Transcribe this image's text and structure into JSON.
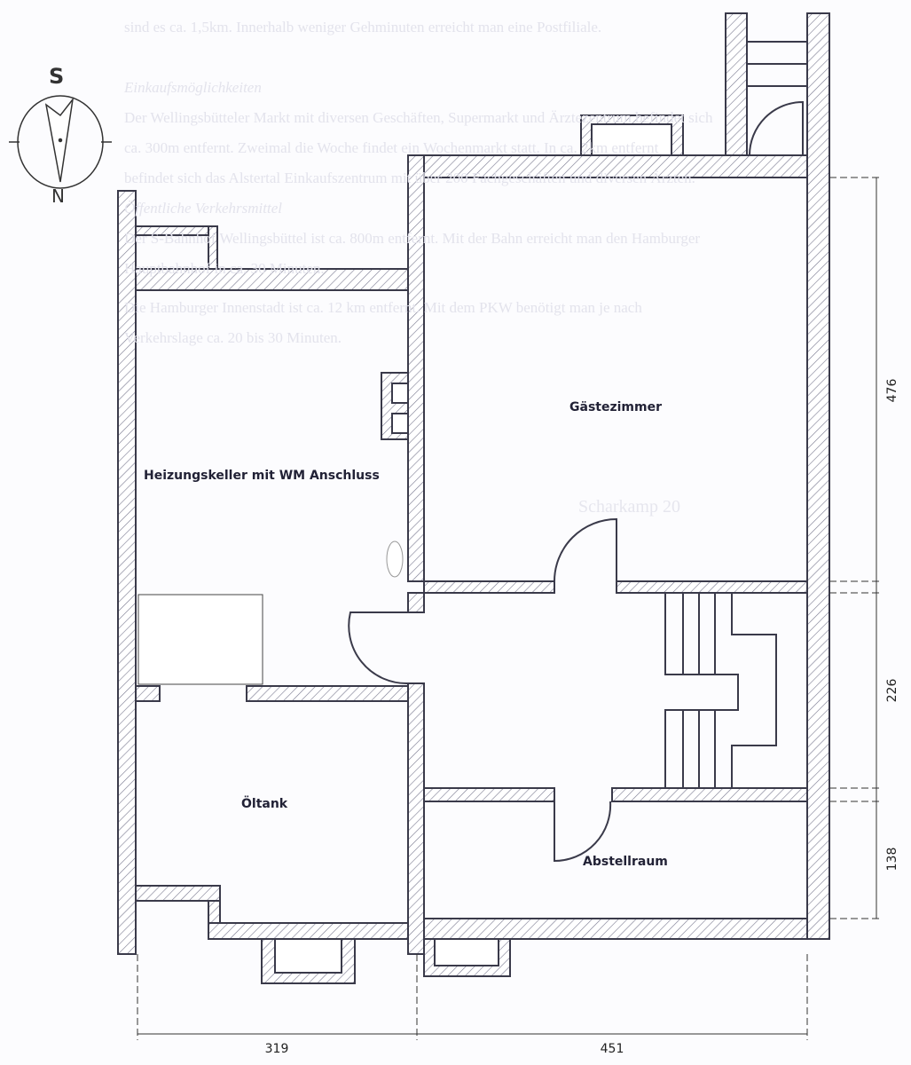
{
  "background_text": {
    "lines": [
      "sind es ca. 1,5km. Innerhalb weniger Gehminuten erreicht man eine Postfiliale.",
      "Einkaufsmöglichkeiten",
      "Der Wellingsbütteler Markt mit diversen Geschäften, Supermarkt und Ärztezentrum befindet sich",
      "ca. 300m entfernt. Zweimal die Woche findet ein Wochenmarkt statt. In ca. 2km entfernt",
      "befindet sich das Alstertal Einkaufszentrum mit über 200 Fachgeschäften und diversen Ärzten.",
      "Öffentliche Verkehrsmittel",
      "Der S-Bahnhof Wellingsbüttel ist ca. 800m entfernt. Mit der Bahn erreicht man den Hamburger",
      "Hauptbahnhof in ca. 30 Minuten.",
      "Die Hamburger Innenstadt ist ca. 12 km entfernt. Mit dem PKW benötigt man je nach",
      "Verkehrslage ca. 20 bis 30 Minuten."
    ],
    "address": "Scharkamp 20"
  },
  "compass": {
    "north": "N",
    "south": "S"
  },
  "rooms": {
    "guest_room": "Gästezimmer",
    "boiler_room": "Heizungskeller mit WM Anschluss",
    "oil_tank": "Öltank",
    "storage_room": "Abstellraum"
  },
  "dimensions": {
    "vertical": [
      "476",
      "226",
      "138"
    ],
    "horizontal": [
      "319",
      "451"
    ]
  },
  "colors": {
    "wall": "#3a3a4a",
    "hatch": "#7a7a90",
    "label": "#222236"
  }
}
